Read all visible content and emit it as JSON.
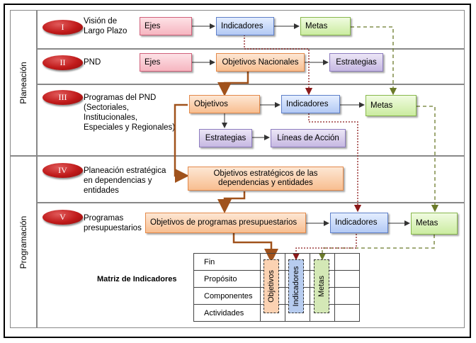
{
  "sections": {
    "planeacion": "Planeación",
    "programacion": "Programación"
  },
  "rows": [
    {
      "numeral": "I",
      "label": "Visión de\nLargo Plazo"
    },
    {
      "numeral": "II",
      "label": "PND"
    },
    {
      "numeral": "III",
      "label": "Programas del PND\n(Sectoriales,\nInstitucionales,\nEspeciales y Regionales)"
    },
    {
      "numeral": "IV",
      "label": "Planeación estratégica\nen dependencias y\nentidades"
    },
    {
      "numeral": "V",
      "label": "Programas\npresupuestarios"
    }
  ],
  "boxes": {
    "r1_ejes": "Ejes",
    "r1_indicadores": "Indicadores",
    "r1_metas": "Metas",
    "r2_ejes": "Ejes",
    "r2_objetivos": "Objetivos Nacionales",
    "r2_estrategias": "Estrategias",
    "r3_objetivos": "Objetivos",
    "r3_indicadores": "Indicadores",
    "r3_metas": "Metas",
    "r3_estrategias": "Estrategias",
    "r3_lineas": "Líneas de Acción",
    "r4_objetivos": "Objetivos estratégicos de las\ndependencias y entidades",
    "r5_objetivos": "Objetivos  de programas presupuestarios",
    "r5_indicadores": "Indicadores",
    "r5_metas": "Metas"
  },
  "matriz": {
    "title": "Matriz de Indicadores",
    "rows": [
      "Fin",
      "Propósito",
      "Componentes",
      "Actividades"
    ],
    "columns": [
      "Objetivos",
      "Indicadores",
      "Metas"
    ]
  },
  "colors": {
    "numeral_oval": "#c01a1a",
    "pink": "#f6b5c0",
    "blue": "#b3c9f4",
    "green": "#cbeca0",
    "purple": "#c6b8e2",
    "orange": "#f8be90",
    "brown_arrow": "#a0521c",
    "dashed_green_arrow": "#6b7a2a",
    "dotted_red_arrow": "#8b1a1a"
  }
}
